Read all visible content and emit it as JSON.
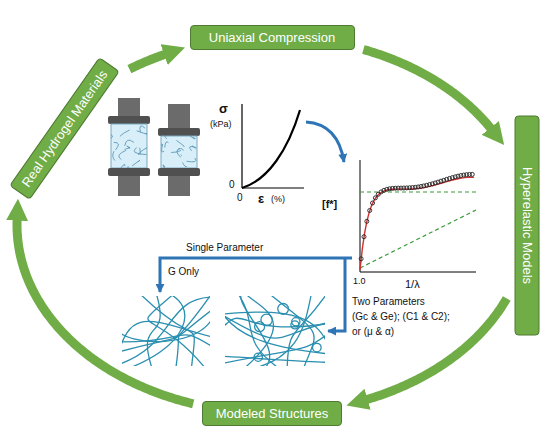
{
  "diagram": {
    "nodes": [
      {
        "text": [
          "Real Hydrogel Materials"
        ]
      },
      {
        "text": [
          "Uniaxial Compression"
        ]
      },
      {
        "text": [
          "Hyperelastic Models"
        ]
      },
      {
        "text": [
          "Modeled Structures"
        ]
      }
    ],
    "edges": [
      {
        "from": 0,
        "to": 1,
        "arrow": "to"
      },
      {
        "from": 1,
        "to": 2,
        "arrow": "to"
      },
      {
        "from": 2,
        "to": 3,
        "arrow": "to"
      },
      {
        "from": 3,
        "to": 0,
        "arrow": "to"
      }
    ],
    "labels": [
      "σ",
      "(kPa)",
      "0",
      "0",
      "ε",
      "(%)",
      "[f*]",
      "1/λ",
      "1.0",
      "Single Parameter",
      "G Only",
      "Two Parameters",
      "(Gc & Ge); (C1 & C2);",
      "or (μ & α)"
    ]
  }
}
